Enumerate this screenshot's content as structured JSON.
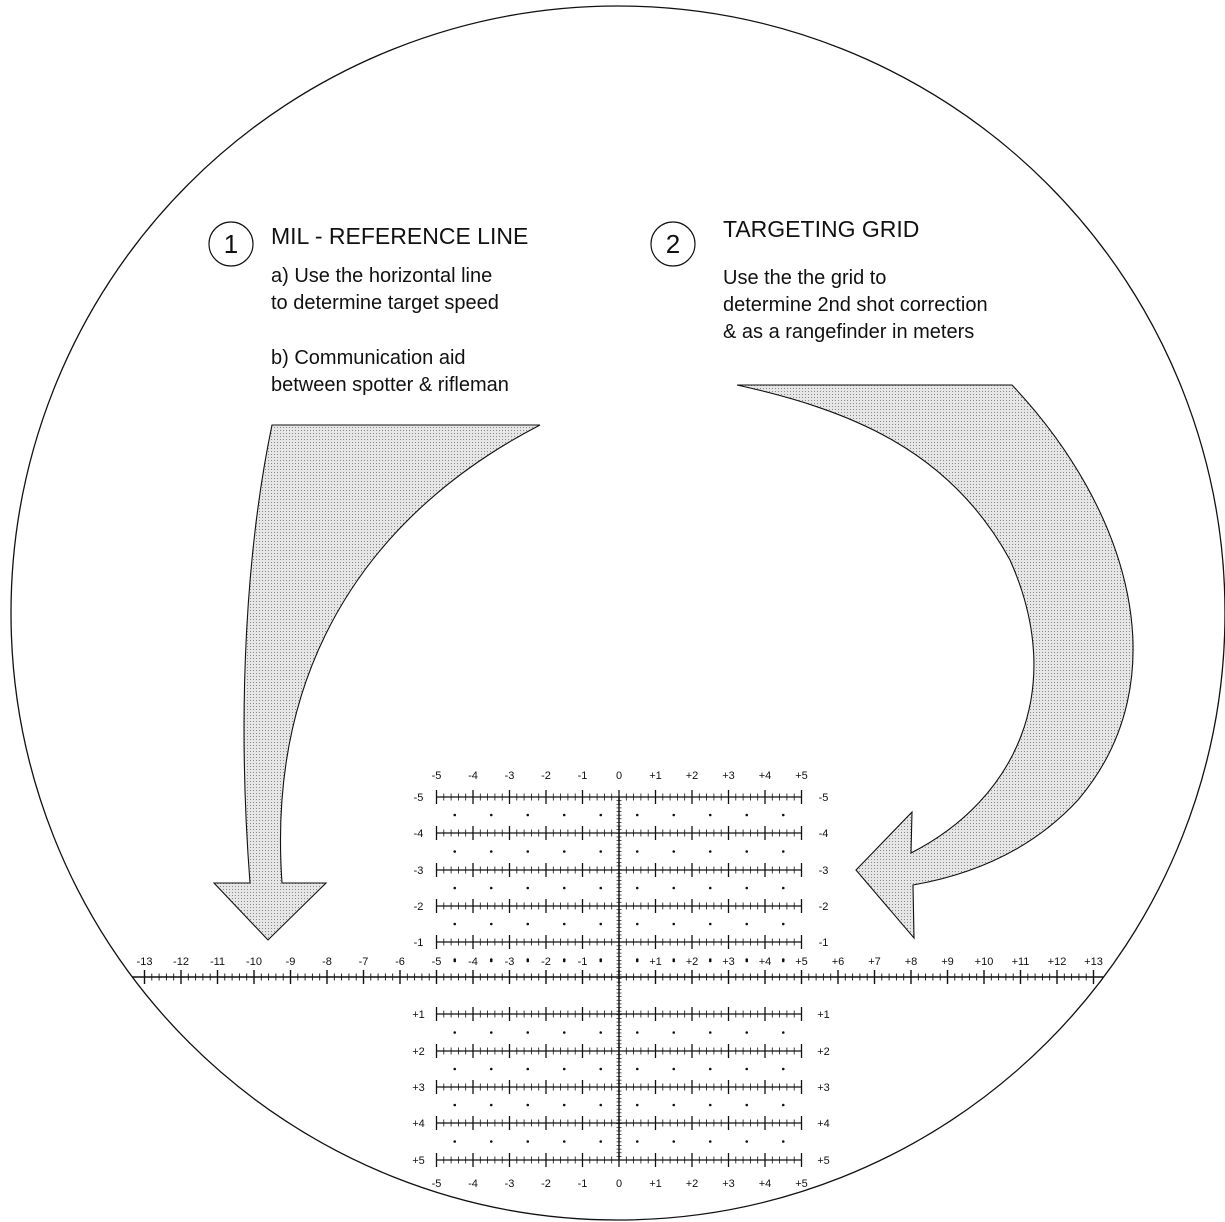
{
  "colors": {
    "line": "#111111",
    "arrow_fill": "#d9d9d9",
    "background": "#ffffff"
  },
  "callout1": {
    "number": "1",
    "title": "MIL - REFERENCE LINE",
    "lines": [
      "a) Use the horizontal line",
      "to determine target speed",
      "",
      "b) Communication aid",
      "between spotter & rifleman"
    ]
  },
  "callout2": {
    "number": "2",
    "title": "TARGETING GRID",
    "lines": [
      "Use the the grid to",
      "determine 2nd shot correction",
      "& as a rangefinder in meters"
    ]
  },
  "reference_line": {
    "min": -13,
    "max": 13,
    "labels": [
      "-13",
      "-12",
      "-11",
      "-10",
      "-9",
      "-8",
      "-7",
      "-6",
      "-5",
      "-4",
      "-3",
      "-2",
      "-1",
      "",
      "+1",
      "+2",
      "+3",
      "+4",
      "+5",
      "+6",
      "+7",
      "+8",
      "+9",
      "+10",
      "+11",
      "+12",
      "+13"
    ]
  },
  "grid": {
    "columns": [
      "-5",
      "-4",
      "-3",
      "-2",
      "-1",
      "0",
      "+1",
      "+2",
      "+3",
      "+4",
      "+5"
    ],
    "rows_upper": [
      "-5",
      "-4",
      "-3",
      "-2",
      "-1"
    ],
    "rows_lower": [
      "+1",
      "+2",
      "+3",
      "+4",
      "+5"
    ]
  }
}
